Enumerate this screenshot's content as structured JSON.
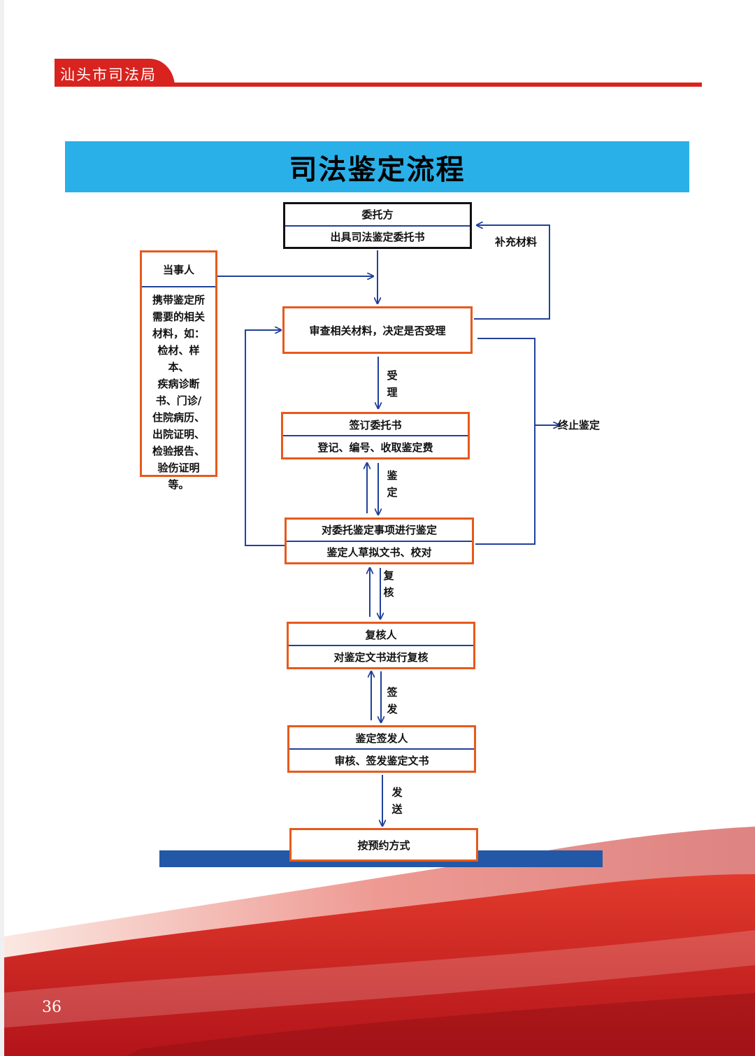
{
  "header": {
    "org": "汕头市司法局"
  },
  "title": "司法鉴定流程",
  "party": {
    "head": "当事人",
    "body": [
      "携带鉴定所",
      "需要的相关",
      "材料，如：",
      "检材、样本、",
      "疾病诊断",
      "书、门诊/",
      "住院病历、",
      "出院证明、",
      "检验报告、",
      "验伤证明",
      "等。"
    ]
  },
  "steps": {
    "client": {
      "line1": "委托方",
      "line2": "出具司法鉴定委托书"
    },
    "review": {
      "line1": "审查相关材料，决定是否受理"
    },
    "contract": {
      "line1": "签订委托书",
      "line2": "登记、编号、收取鉴定费"
    },
    "appraise": {
      "line1": "对委托鉴定事项进行鉴定",
      "line2": "鉴定人草拟文书、校对"
    },
    "recheck": {
      "line1": "复核人",
      "line2": "对鉴定文书进行复核"
    },
    "issue": {
      "line1": "鉴定签发人",
      "line2": "审核、签发鉴定文书"
    },
    "deliver": {
      "line1": "按预约方式"
    }
  },
  "labels": {
    "supplement": "补充材料",
    "terminate": "终止鉴定",
    "accept": [
      "受",
      "理"
    ],
    "appraise": [
      "鉴",
      "定"
    ],
    "recheck": [
      "复",
      "核"
    ],
    "sign": [
      "签",
      "发"
    ],
    "send": [
      "发",
      "送"
    ]
  },
  "page_number": "36",
  "colors": {
    "brand_red": "#d8231f",
    "banner_blue": "#2ab0e8",
    "box_orange": "#e65a1c",
    "arrow_blue": "#22419a",
    "band_blue": "#2258a6"
  }
}
